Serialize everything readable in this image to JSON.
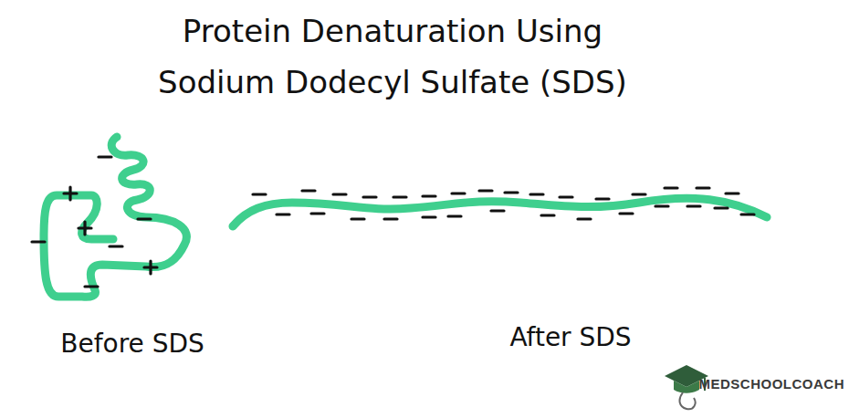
{
  "diagram": {
    "title": "Protein Denaturation Using Sodium Dodecyl Sulfate (SDS)",
    "labels": [
      "Before SDS",
      "After SDS",
      "MEDSCHOOLCOACH"
    ]
  }
}
